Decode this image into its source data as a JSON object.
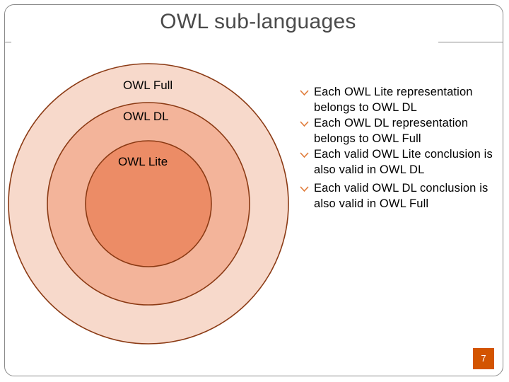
{
  "slide": {
    "title": "OWL sub-languages",
    "page_number": "7"
  },
  "diagram": {
    "outer_label": "OWL Full",
    "middle_label": "OWL DL",
    "inner_label": "OWL Lite",
    "colors": {
      "outer_fill": "#f7d9cb",
      "middle_fill": "#f3b49a",
      "inner_fill": "#ec8c66",
      "stroke": "#8b3a14"
    }
  },
  "bullets": [
    "Each OWL Lite representation belongs to OWL DL",
    "Each OWL DL representation belongs to OWL Full",
    "Each valid OWL Lite conclusion is also valid in OWL DL",
    "Each valid OWL DL conclusion is also valid in OWL Full"
  ],
  "colors": {
    "accent": "#d35400",
    "bullet_marker": "#e07b39"
  }
}
